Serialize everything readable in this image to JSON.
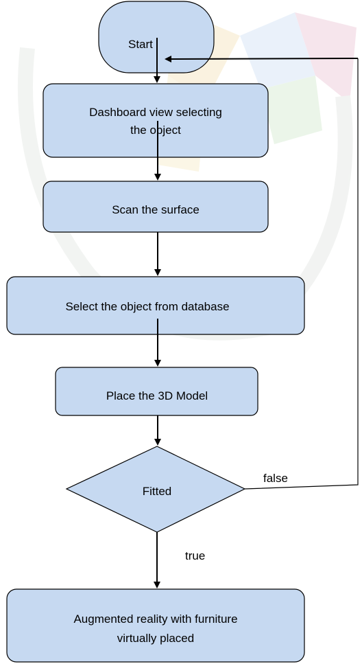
{
  "nodes": {
    "start": "Start",
    "dashboard_line1": "Dashboard view selecting",
    "dashboard_line2": "the object",
    "scan": "Scan the surface",
    "select": "Select the object from database",
    "place": "Place the 3D Model",
    "decision": "Fitted",
    "result_line1": "Augmented reality with furniture",
    "result_line2": "virtually placed"
  },
  "edges": {
    "false_label": "false",
    "true_label": "true"
  },
  "colors": {
    "box_fill": "#c6d9f1",
    "stroke": "#000000"
  }
}
